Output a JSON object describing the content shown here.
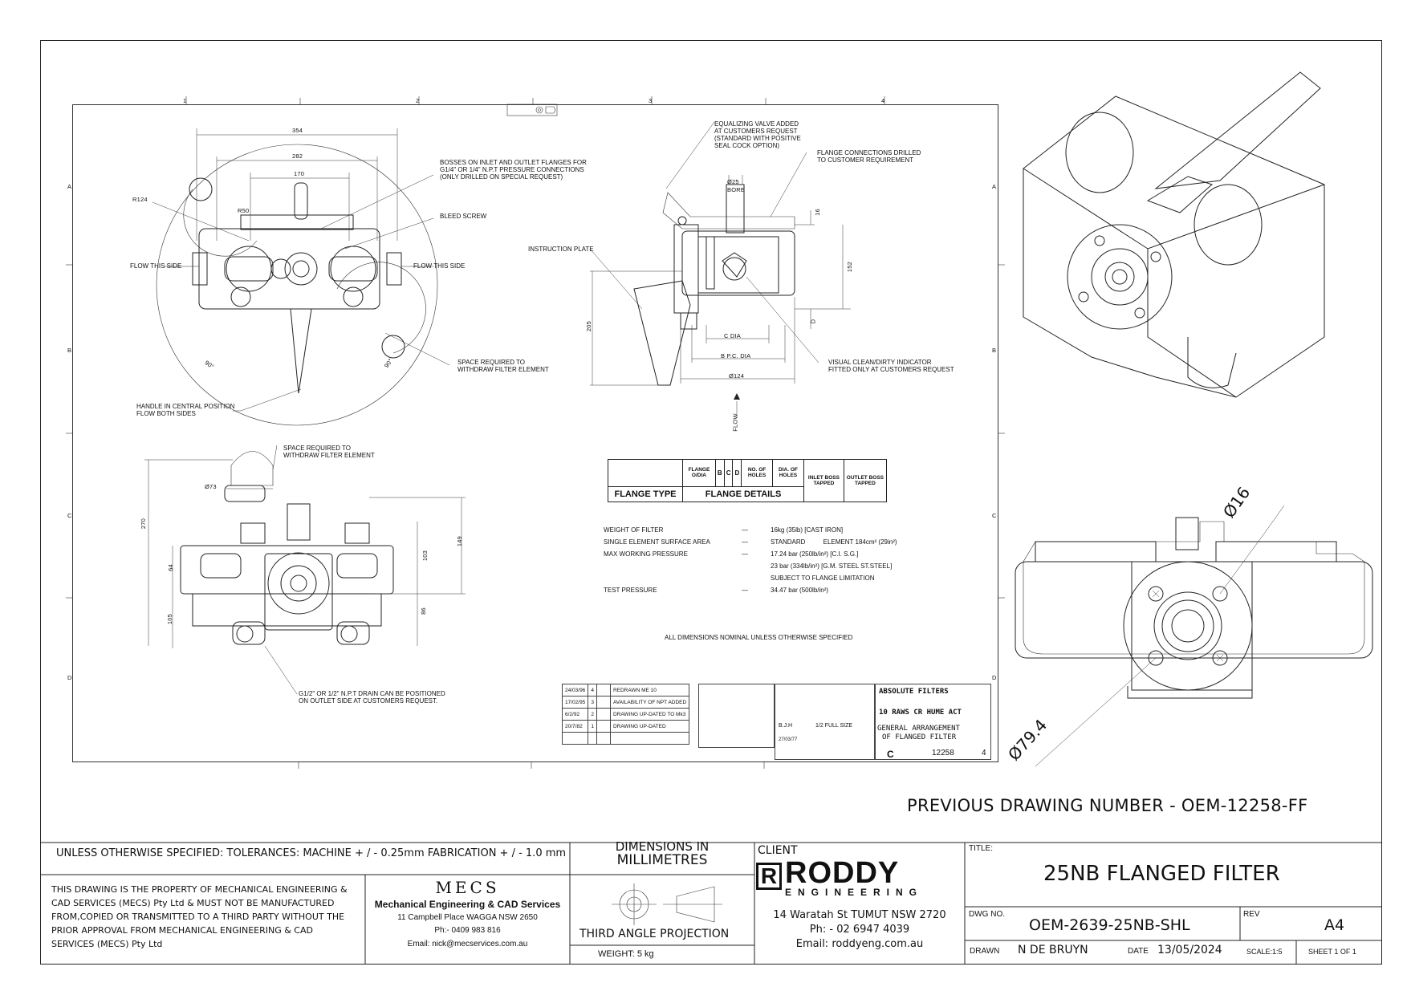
{
  "drawing": {
    "title_label": "TITLE:",
    "title": "25NB FLANGED FILTER",
    "dwg_no_label": "DWG NO.",
    "dwg_no": "OEM-2639-25NB-SHL",
    "rev_label": "REV",
    "sheet_size": "A4",
    "drawn_label": "DRAWN",
    "drawn_by": "N DE BRUYN",
    "date_label": "DATE",
    "date": "13/05/2024",
    "scale": "SCALE:1:5",
    "sheet": "SHEET 1 OF 1",
    "previous_number": "PREVIOUS DRAWING NUMBER - OEM-12258-FF"
  },
  "tolerances": "UNLESS OTHERWISE SPECIFIED: TOLERANCES: MACHINE + / - 0.25mm  FABRICATION + / - 1.0 mm",
  "property_notice": "THIS DRAWING IS THE PROPERTY OF MECHANICAL ENGINEERING & CAD SERVICES (MECS) Pty Ltd & MUST NOT BE MANUFACTURED FROM,COPIED OR TRANSMITTED TO A THIRD PARTY WITHOUT THE PRIOR APPROVAL FROM MECHANICAL ENGINEERING & CAD SERVICES (MECS) Pty Ltd",
  "mecs": {
    "logo": "MECS",
    "name": "Mechanical Engineering & CAD Services",
    "address": "11 Campbell Place WAGGA NSW 2650",
    "phone": "Ph:- 0409 983 816",
    "email": "Email: nick@mecservices.com.au"
  },
  "units": {
    "line1": "DIMENSIONS IN",
    "line2": "MILLIMETRES",
    "projection": "THIRD ANGLE PROJECTION",
    "weight": "WEIGHT: 5 kg"
  },
  "client": {
    "label": "CLIENT",
    "logo_main": "RODDY",
    "logo_sub": "ENGINEERING",
    "address": "14 Waratah St TUMUT NSW 2720",
    "phone": "Ph: - 02 6947 4039",
    "email": "Email: roddyeng.com.au"
  },
  "inner": {
    "zones_top": [
      "1",
      "2",
      "3",
      "4"
    ],
    "zones_side": [
      "A",
      "B",
      "C",
      "D"
    ],
    "notes": {
      "bosses": "BOSSES ON INLET AND OUTLET FLANGES FOR\nG1/4\" OR 1/4\" N.P.T PRESSURE CONNECTIONS\n(ONLY DRILLED ON SPECIAL REQUEST)",
      "bleed": "BLEED SCREW",
      "flow_left": "FLOW THIS SIDE",
      "flow_right": "FLOW THIS SIDE",
      "space1": "SPACE REQUIRED TO\nWITHDRAW FILTER ELEMENT",
      "handle": "HANDLE IN CENTRAL POSITION\nFLOW BOTH SIDES",
      "space2": "SPACE REQUIRED TO\nWITHDRAW FILTER ELEMENT",
      "drain": "G1/2\" OR 1/2\" N.P.T DRAIN CAN BE POSITIONED\nON OUTLET SIDE AT CUSTOMERS REQUEST.",
      "equalizing": "EQUALIZING VALVE ADDED\nAT CUSTOMERS REQUEST\n(STANDARD WITH POSITIVE\nSEAL COCK OPTION)",
      "flange_conn": "FLANGE CONNECTIONS DRILLED\nTO CUSTOMER REQUIREMENT",
      "instruction": "INSTRUCTION PLATE",
      "visual": "VISUAL CLEAN/DIRTY INDICATOR\nFITTED ONLY AT CUSTOMERS REQUEST",
      "flow": "FLOW",
      "nominal": "ALL DIMENSIONS NOMINAL UNLESS OTHERWISE SPECIFIED"
    },
    "dims": {
      "d354": "354",
      "d282": "282",
      "d170": "170",
      "r124": "R124",
      "r50": "R50",
      "a90a": "90°",
      "a90b": "90°",
      "d25": "Ø25",
      "bore": "BORE",
      "d16": "16",
      "d152": "152",
      "d205": "205",
      "cdia": "C DIA",
      "bpcd": "B P.C. DIA",
      "d124": "Ø124",
      "d73": "Ø73",
      "d270": "270",
      "d64": "64",
      "d105": "105",
      "d103": "103",
      "d149": "149",
      "d86": "86",
      "dD": "D"
    },
    "flange_table": {
      "headers": [
        "FLANGE O/DIA",
        "B",
        "C",
        "D",
        "NO. OF HOLES",
        "DIA. OF HOLES",
        "INLET BOSS TAPPED",
        "OUTLET BOSS TAPPED"
      ],
      "flange_type": "FLANGE TYPE",
      "flange_details": "FLANGE DETAILS"
    },
    "specs": [
      {
        "label": "WEIGHT OF FILTER",
        "dash": "—",
        "value": "16kg (35lb) [CAST IRON]"
      },
      {
        "label": "SINGLE ELEMENT SURFACE AREA",
        "dash": "—",
        "value": "STANDARD          ELEMENT 184cm² (29in²)"
      },
      {
        "label": "MAX WORKING PRESSURE",
        "dash": "—",
        "value": "17.24 bar (250lb/in²) [C.I.  S.G.]"
      },
      {
        "label": "",
        "dash": "",
        "value": "23 bar (334lb/in²) [G.M. STEEL  ST.STEEL]"
      },
      {
        "label": "",
        "dash": "",
        "value": "SUBJECT TO FLANGE LIMITATION"
      },
      {
        "label": "TEST PRESSURE",
        "dash": "—",
        "value": "34.47 bar (500lb/in²)"
      }
    ],
    "revisions": [
      {
        "date": "24/03/96",
        "no": "4",
        "desc": "REDRAWN ME 10"
      },
      {
        "date": "17/02/95",
        "no": "3",
        "desc": "AVAILABILITY OF NPT ADDED"
      },
      {
        "date": "6/2/92",
        "no": "2",
        "desc": "DRAWING UP-DATED TO Mk3"
      },
      {
        "date": "20/7/82",
        "no": "1",
        "desc": "DRAWING UP-DATED"
      }
    ],
    "company": "ABSOLUTE FILTERS",
    "company_addr": "10 RAWS CR HUME ACT",
    "old_title1": "GENERAL ARRANGEMENT",
    "old_title2": "OF FLANGED FILTER",
    "drawn_initials": "B.J.H",
    "old_scale": "1/2 FULL SIZE",
    "old_date": "27/03/77",
    "size_letter": "C",
    "old_number": "12258",
    "old_rev": "4"
  },
  "right_dims": {
    "d16": "Ø16",
    "d794": "Ø79.4"
  }
}
